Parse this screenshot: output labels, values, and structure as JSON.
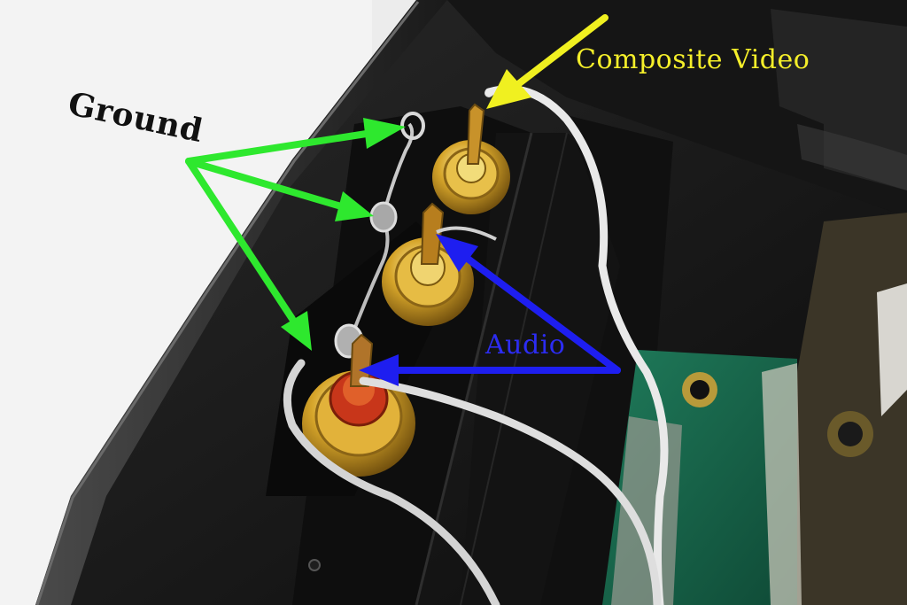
{
  "labels": {
    "ground": "Ground",
    "composite_video": "Composite Video",
    "audio": "Audio"
  },
  "colors": {
    "ground_arrows": "#2ee82e",
    "video_arrow": "#f0f020",
    "audio_arrows": "#1e1ef0",
    "video_text": "#f4ee2a",
    "audio_text": "#2c2cf2",
    "ground_text": "#111111"
  },
  "scene": {
    "subject": "rca-jacks-wired-inside-black-enclosure",
    "jack_count": 3,
    "arrow_counts": {
      "ground": 3,
      "composite_video": 1,
      "audio": 2
    }
  }
}
